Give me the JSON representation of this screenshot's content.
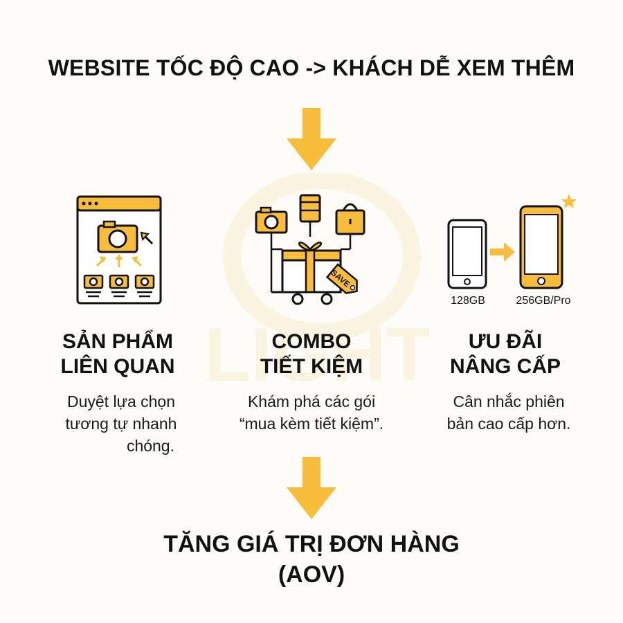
{
  "colors": {
    "accent": "#f7bd3b",
    "ink": "#111111",
    "background": "#fdfcf8",
    "watermark": "#f2d27a"
  },
  "header": {
    "title": "WEBSITE TỐC ĐỘ CAO -> KHÁCH DỄ XEM THÊM"
  },
  "columns": [
    {
      "title_line1": "SẢN PHẨM",
      "title_line2": "LIÊN QUAN",
      "desc_line1": "Duyệt lựa chọn",
      "desc_line2": "tương tự nhanh",
      "desc_line3": "chóng.",
      "icon": "browser-camera-grid-icon"
    },
    {
      "title_line1": "COMBO",
      "title_line2": "TIẾT KIỆM",
      "desc_line1": "Khám phá các gói",
      "desc_line2": "“mua kèm tiết kiệm”.",
      "icon": "gift-cart-icon",
      "tag": "SAVE"
    },
    {
      "title_line1": "ƯU ĐÃI",
      "title_line2": "NÂNG CẤP",
      "desc_line1": "Cân nhắc phiên",
      "desc_line2": "bản cao cấp hơn.",
      "icon": "phone-upgrade-icon",
      "from_label": "128GB",
      "to_label": "256GB/Pro"
    }
  ],
  "footer": {
    "title_line1": "TĂNG GIÁ TRỊ ĐƠN HÀNG",
    "title_line2": "(AOV)"
  },
  "watermark": {
    "text": "LIGHT"
  }
}
